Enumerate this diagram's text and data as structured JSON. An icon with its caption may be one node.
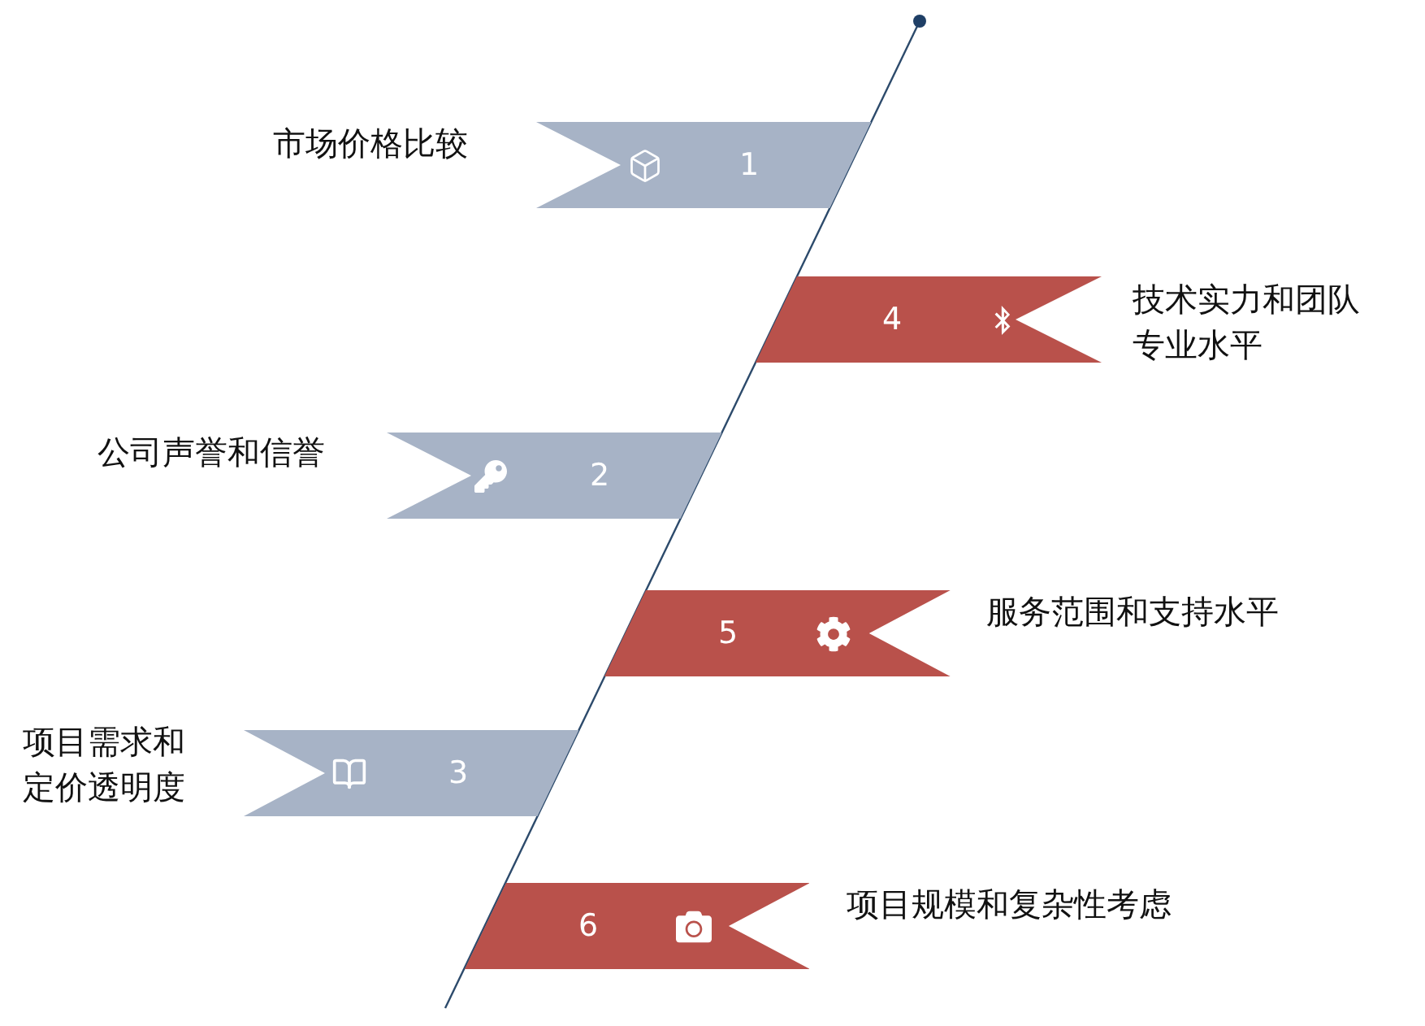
{
  "diagram": {
    "nodes": [
      {
        "text": [
          "1"
        ],
        "beside": [
          "市场价格比较"
        ]
      },
      {
        "text": [
          "4"
        ],
        "beside": [
          "技术实力和团队专业水平"
        ]
      },
      {
        "text": [
          "2"
        ],
        "beside": [
          "公司声誉和信誉"
        ]
      },
      {
        "text": [
          "5"
        ],
        "beside": [
          "服务范围和支持水平"
        ]
      },
      {
        "text": [
          "3"
        ],
        "beside": [
          "项目需求和定价透明度"
        ]
      },
      {
        "text": [
          "6"
        ],
        "beside": [
          "项目规模和复杂性考虑"
        ]
      }
    ]
  }
}
